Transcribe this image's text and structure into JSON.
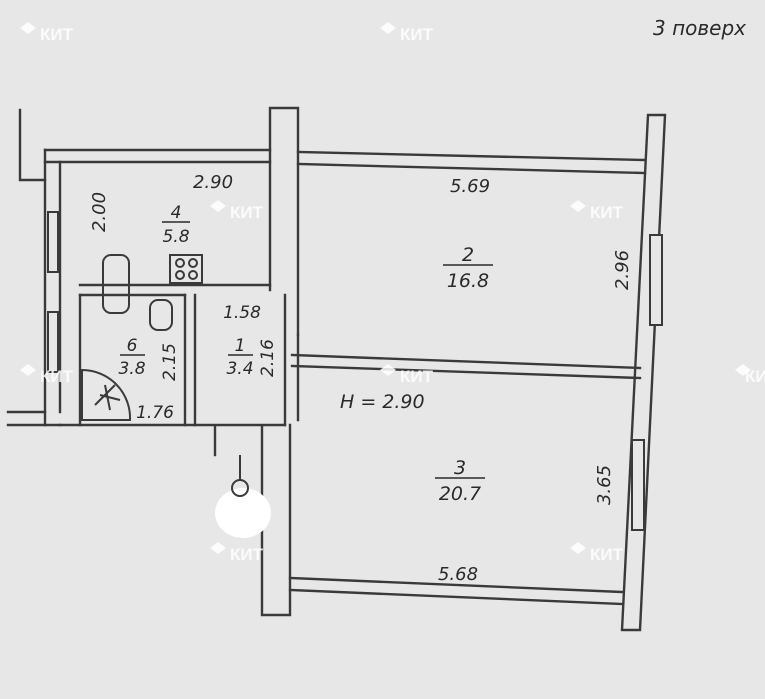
{
  "floor_label": "3 поверх",
  "ceiling_height": "H = 2.90",
  "watermark": "КИТ",
  "rooms": [
    {
      "id": "4",
      "area": "5.8"
    },
    {
      "id": "2",
      "area": "16.8"
    },
    {
      "id": "6",
      "area": "3.8"
    },
    {
      "id": "1",
      "area": "3.4"
    },
    {
      "id": "3",
      "area": "20.7"
    }
  ],
  "dimensions": {
    "kitchen_width": "2.90",
    "kitchen_depth": "2.00",
    "room2_width": "5.69",
    "room2_depth": "2.96",
    "corridor_width": "1.58",
    "corridor_depth": "2.16",
    "bath_depth": "2.15",
    "bath_width": "1.76",
    "room3_depth": "3.65",
    "room3_width": "5.68"
  },
  "colors": {
    "paper": "#e6e7e6",
    "line": "#3a3a3a",
    "watermark": "#ffffff"
  }
}
